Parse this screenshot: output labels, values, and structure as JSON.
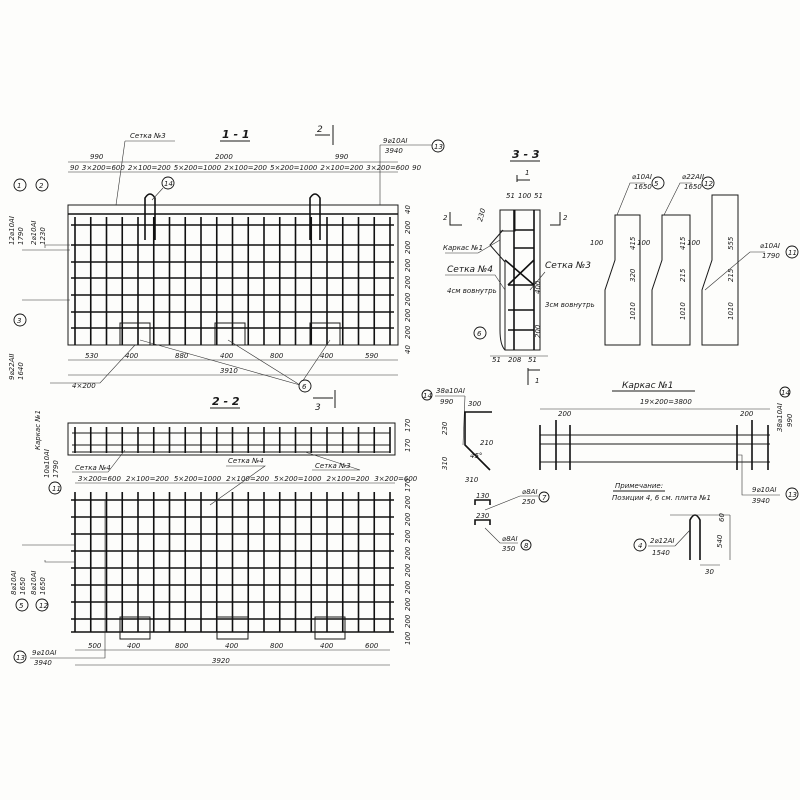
{
  "section_1_1": {
    "title": "1 - 1",
    "mesh_label": "Сетка №3",
    "cut_mark": "2",
    "dims_top": [
      "990",
      "2000",
      "990"
    ],
    "dims_sub": [
      "90",
      "3×200=600",
      "2×100=200",
      "5×200=1000",
      "2×100=200",
      "5×200=1000",
      "2×100=200",
      "3×200=600",
      "90"
    ],
    "dims_bottom": [
      "530",
      "400",
      "880",
      "400",
      "800",
      "400",
      "590"
    ],
    "dim_total": "3910",
    "dim_step": "4×200",
    "dims_right": [
      "40",
      "200",
      "200",
      "200",
      "200",
      "200",
      "200",
      "200",
      "40"
    ],
    "callouts": [
      {
        "num": "1",
        "spec": "12⌀10АI",
        "len": "1790"
      },
      {
        "num": "2",
        "spec": "2⌀10АI",
        "len": "1230"
      },
      {
        "num": "3",
        "spec": "9⌀22АII",
        "len": "1640"
      },
      {
        "num": "13",
        "spec": "9⌀10АI",
        "len": "3940"
      },
      {
        "num": "14",
        "spec": "",
        "len": ""
      },
      {
        "num": "6",
        "spec": "",
        "len": ""
      }
    ]
  },
  "section_2_2": {
    "title": "2 - 2",
    "cut_mark": "3",
    "frame_label": "Каркас №1",
    "mesh4_label": "Сетка №4",
    "mesh4_label_b": "Сетка №4",
    "mesh3_label": "Сетка №3",
    "dims_sub": [
      "3×200=600",
      "2×100=200",
      "5×200=1000",
      "2×100=200",
      "5×200=1000",
      "2×100=200",
      "3×200=600"
    ],
    "dims_right_top": [
      "170",
      "170"
    ],
    "dims_right": [
      "170",
      "200",
      "200",
      "200",
      "200",
      "200",
      "200",
      "200",
      "200",
      "100"
    ],
    "dims_bottom": [
      "500",
      "400",
      "800",
      "400",
      "800",
      "400",
      "600"
    ],
    "dim_total": "3920",
    "callouts": [
      {
        "num": "11",
        "spec": "10⌀10АI",
        "len": "1790"
      },
      {
        "num": "5",
        "spec": "8⌀10АI",
        "len": "1650"
      },
      {
        "num": "12",
        "spec": "8⌀10АI",
        "len": "1650"
      },
      {
        "num": "13",
        "spec": "9⌀10АI",
        "len": "3940"
      },
      {
        "num": "14",
        "spec": "38⌀10АI",
        "len": "990"
      }
    ]
  },
  "section_3_3": {
    "title": "3 - 3",
    "cut_mark": "1",
    "frame_label": "Каркас №1",
    "mesh4_label": "Сетка №4",
    "mesh3_label": "Сетка №3",
    "note_a": "4см вовнутрь",
    "note_b": "3см вовнутрь",
    "dims_top": [
      "51",
      "100",
      "51"
    ],
    "dims_bottom": [
      "51",
      "208",
      "51"
    ],
    "dim_side": "230",
    "dim_a": "400",
    "dim_b": "200",
    "callout": "6"
  },
  "bars": [
    {
      "num": "5",
      "spec": "⌀10АI",
      "len": "1650",
      "dims": [
        "100",
        "415",
        "320",
        "1010"
      ]
    },
    {
      "num": "12",
      "spec": "⌀22АII",
      "len": "1650",
      "dims": [
        "100",
        "415",
        "215",
        "1010"
      ]
    },
    {
      "num": "11",
      "spec": "⌀10АI",
      "len": "1790",
      "dims": [
        "100",
        "555",
        "215",
        "1010"
      ]
    }
  ],
  "frame_1": {
    "title": "Каркас №1",
    "dim_main": "19×200=3800",
    "dim_left": "200",
    "dim_right": "200",
    "callout_num": "14",
    "callout_spec": "38⌀10АI",
    "callout_len": "990"
  },
  "detail_14": {
    "num": "14",
    "spec": "38⌀10АI",
    "len": "990",
    "dims": [
      "300",
      "230",
      "310",
      "310",
      "210"
    ],
    "angle": "45°"
  },
  "detail_7": {
    "num": "7",
    "spec": "⌀8АI",
    "len": "250",
    "dim": "130"
  },
  "detail_8": {
    "num": "8",
    "spec": "⌀8АI",
    "len": "350",
    "dim": "230"
  },
  "note": {
    "title": "Примечание:",
    "text": "Позиции 4, 6 см. плита №1"
  },
  "detail_13": {
    "num": "13",
    "spec": "9⌀10АI",
    "len": "3940"
  },
  "detail_4": {
    "num": "4",
    "spec": "2⌀12АI",
    "len": "1540",
    "dim_h": "540",
    "dim_a": "60",
    "dim_b": "30"
  }
}
